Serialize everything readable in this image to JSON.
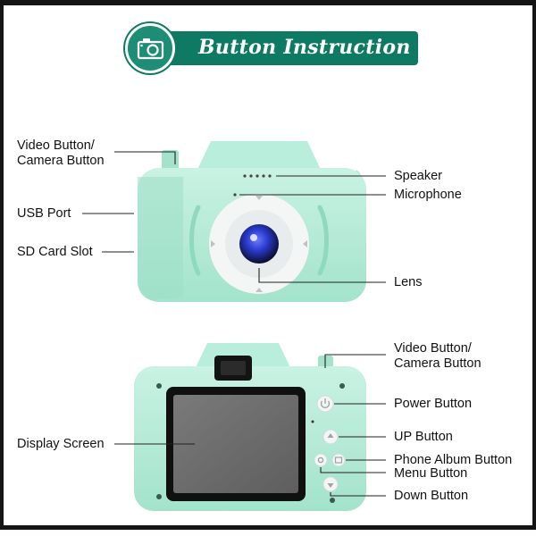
{
  "header": {
    "title": "Button Instruction",
    "icon": "camera-icon"
  },
  "front_view": {
    "labels": {
      "video_button": [
        "Video Button/",
        "Camera Button"
      ],
      "usb_port": "USB Port",
      "sd_card_slot": "SD Card Slot",
      "speaker": "Speaker",
      "microphone": "Microphone",
      "lens": "Lens"
    }
  },
  "back_view": {
    "labels": {
      "video_button": [
        "Video Button/",
        "Camera Button"
      ],
      "power_button": "Power Button",
      "up_button": "UP Button",
      "phone_album_button": "Phone Album Button",
      "menu_button": "Menu Button",
      "down_button": "Down Button",
      "display_screen": "Display Screen"
    }
  },
  "colors": {
    "body_mint": "#bfeedd",
    "body_mint_dark": "#8fd9bf",
    "banner_green": "#0f7a63",
    "ring_white": "#f4f6f6",
    "lens_blue": "#2a3bd0",
    "screen_gray": "#6f6f6f"
  }
}
